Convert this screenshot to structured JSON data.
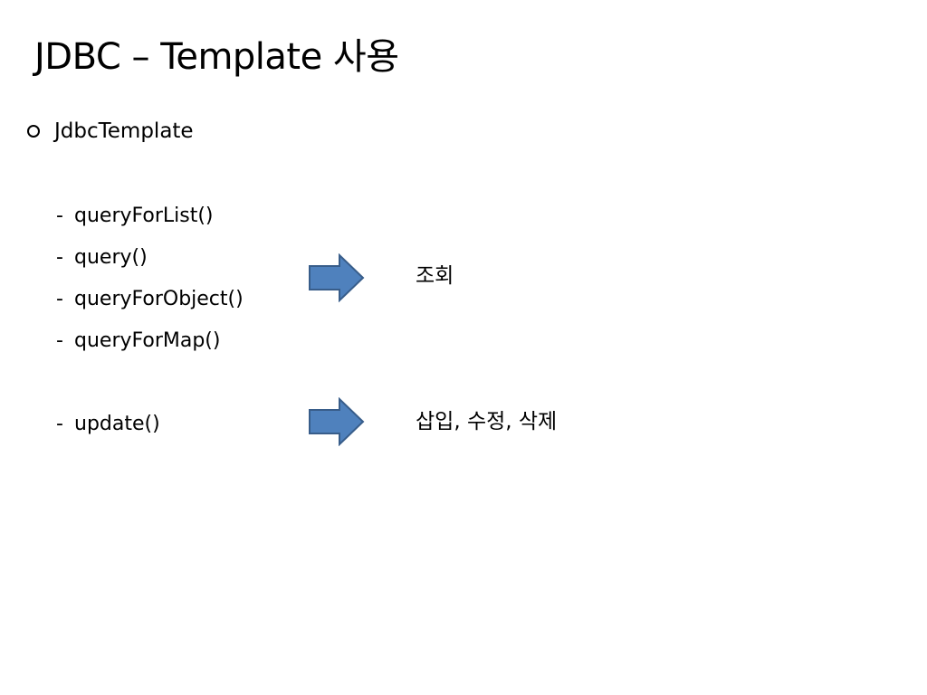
{
  "slide": {
    "title": "JDBC – Template 사용",
    "bullet": "JdbcTemplate",
    "dash": "-",
    "methods": [
      "queryForList()",
      "query()",
      "queryForObject()",
      "queryForMap()",
      "update()"
    ],
    "results": {
      "query": "조회",
      "update": "삽입, 수정, 삭제"
    },
    "colors": {
      "arrow_fill": "#4F81BD",
      "arrow_stroke": "#385D8A"
    }
  }
}
